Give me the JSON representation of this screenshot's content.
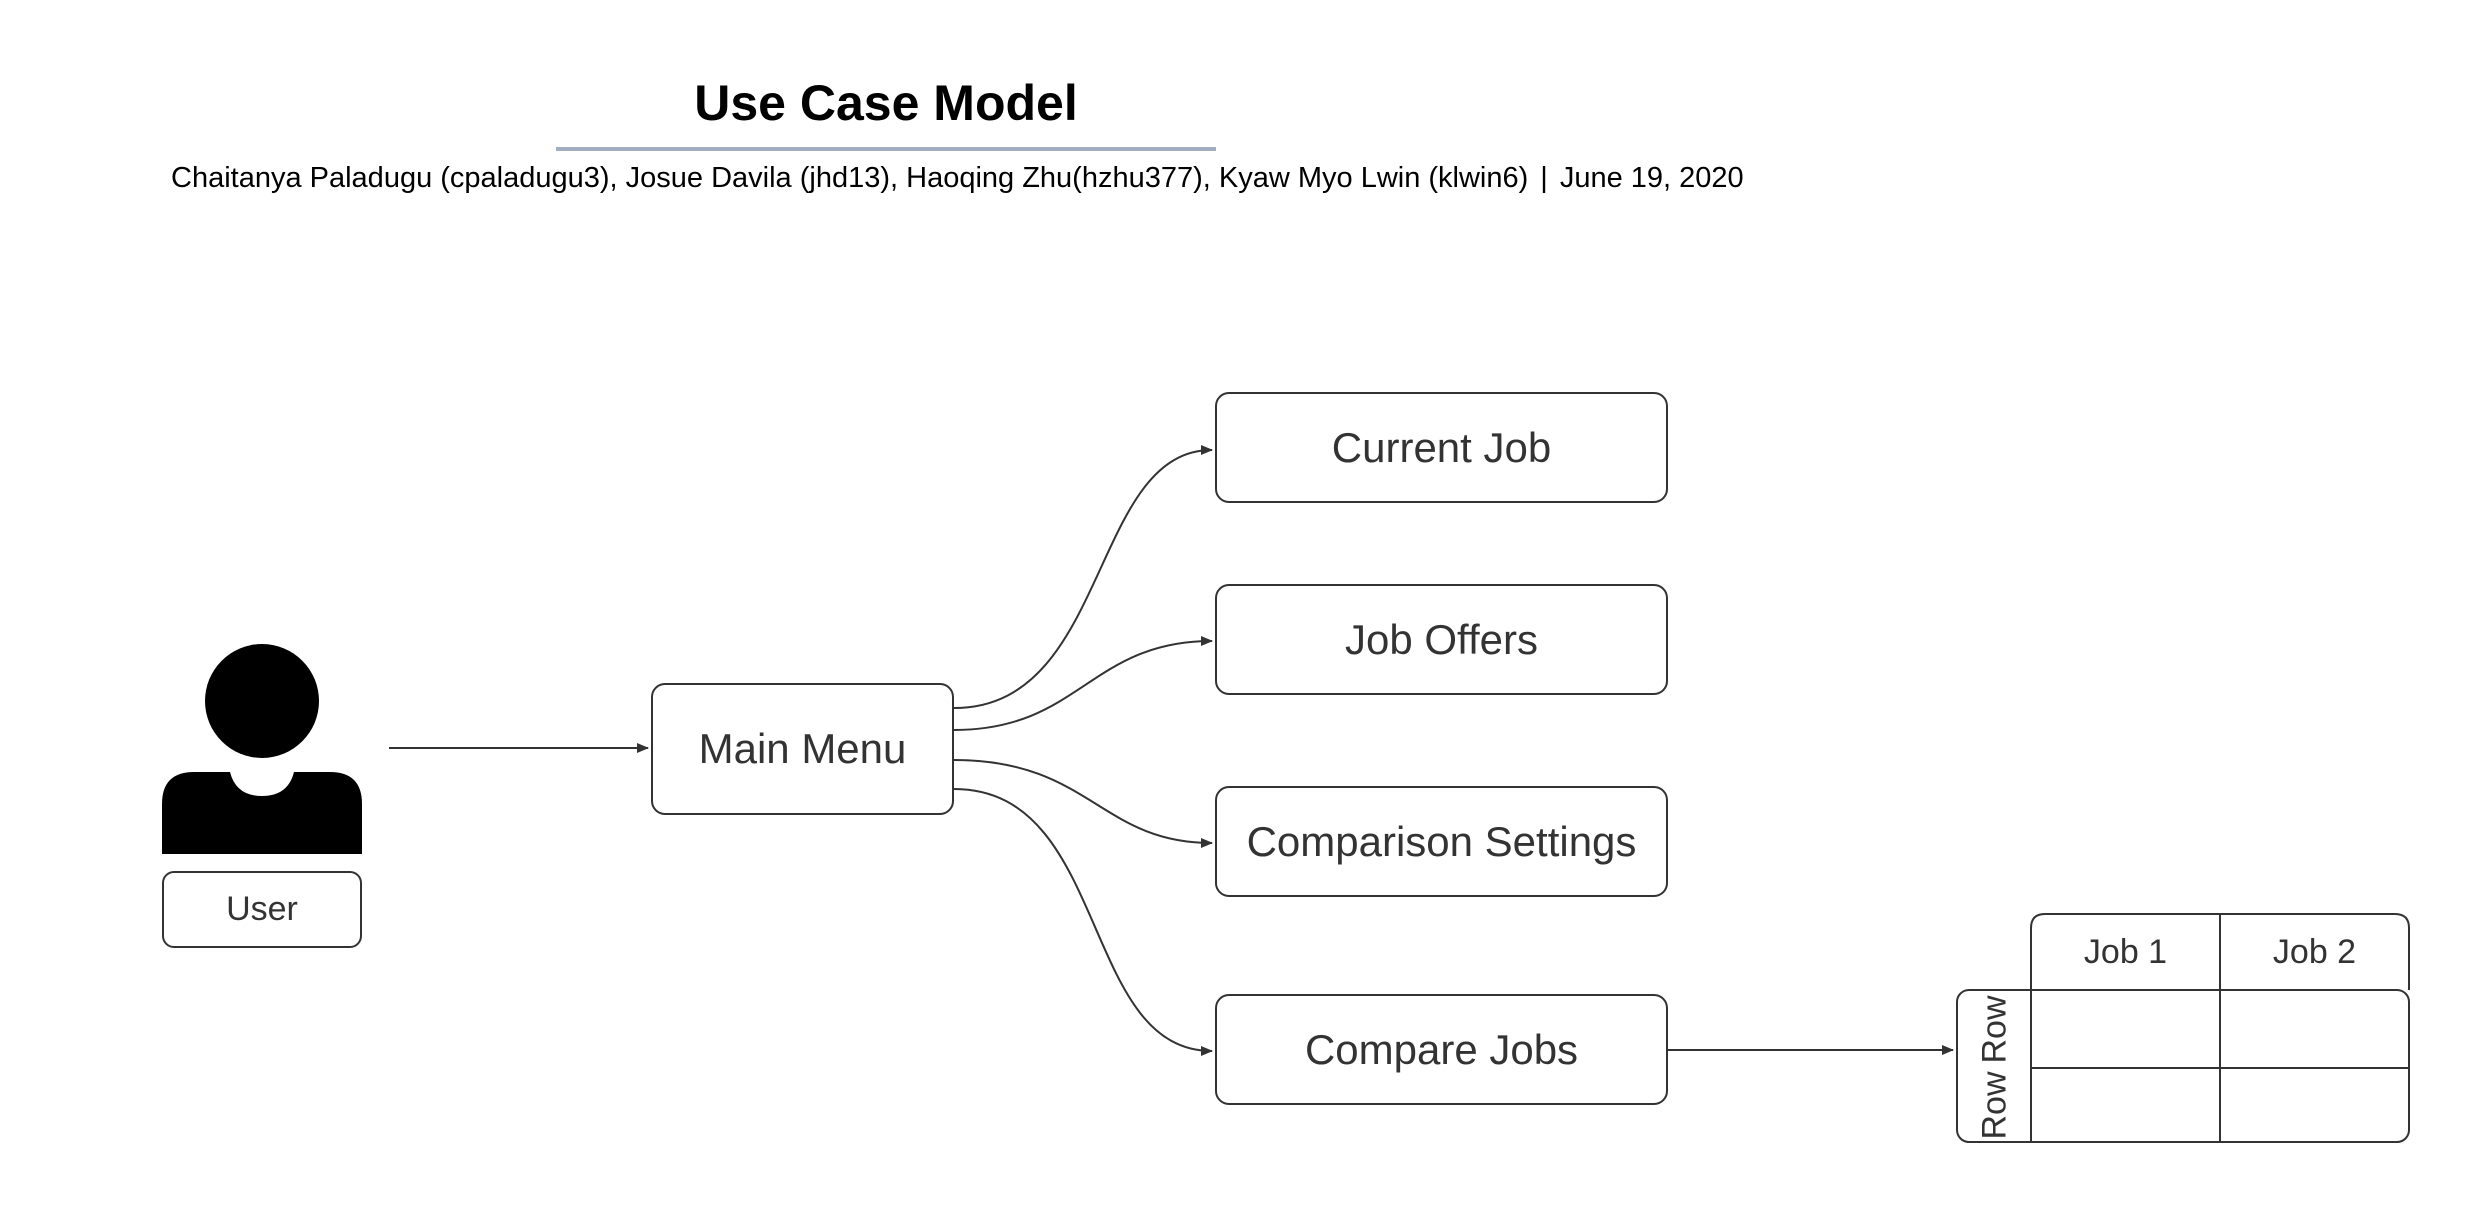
{
  "header": {
    "title": "Use Case Model",
    "authors": "Chaitanya Paladugu (cpaladugu3), Josue Davila (jhd13), Haoqing Zhu(hzhu377), Kyaw Myo Lwin (klwin6)",
    "separator": "|",
    "date": "June 19, 2020"
  },
  "actor": {
    "label": "User",
    "icon": "person-icon"
  },
  "nodes": {
    "main_menu": "Main Menu",
    "current_job": "Current Job",
    "job_offers": "Job Offers",
    "comparison_settings": "Comparison Settings",
    "compare_jobs": "Compare Jobs"
  },
  "comparison_table": {
    "columns": [
      "Job 1",
      "Job 2"
    ],
    "rows": [
      "Row",
      "Row"
    ]
  },
  "colors": {
    "stroke": "#333333",
    "title_underline": "#a3adc2",
    "actor_fill": "#000000"
  }
}
